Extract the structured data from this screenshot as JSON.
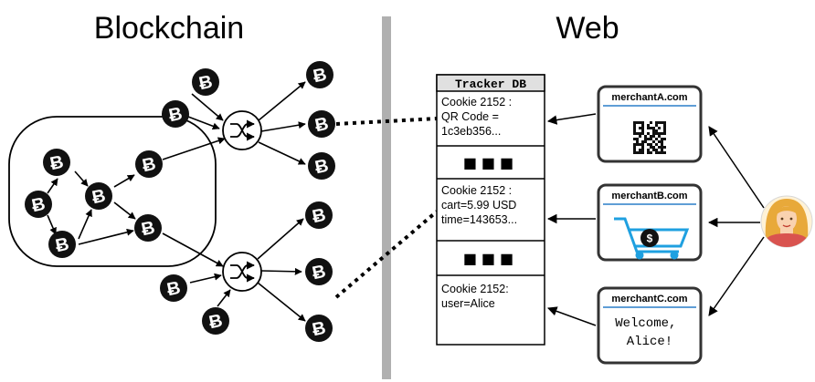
{
  "titles": {
    "blockchain": "Blockchain",
    "web": "Web"
  },
  "bitcoin_symbol": "Ƀ",
  "mixer_icon": "shuffle-icon",
  "tracker_db": {
    "title": "Tracker DB",
    "entries": [
      [
        "Cookie 2152 :",
        "QR Code =",
        "1c3eb356..."
      ],
      [
        "Cookie 2152 :",
        "cart=5.99 USD",
        "time=143653..."
      ],
      [
        "Cookie 2152:",
        "user=Alice"
      ]
    ],
    "ellipsis": "■■■"
  },
  "merchants": [
    {
      "domain": "merchantA.com",
      "content_icon": "qr-code-icon"
    },
    {
      "domain": "merchantB.com",
      "content_icon": "shopping-cart-icon",
      "cart_symbol": "$"
    },
    {
      "domain": "merchantC.com",
      "welcome_lines": [
        "Welcome,",
        "Alice!"
      ]
    }
  ],
  "user_icon": "user-avatar-icon",
  "colors": {
    "divider": "#b0b0b0",
    "merchant_underline": "#2a7fc9",
    "cart": "#1fa0e0",
    "coin": "#111111",
    "avatar_hair": "#e8a93a",
    "avatar_skin": "#f9d2b0",
    "avatar_shirt": "#d9534f"
  }
}
